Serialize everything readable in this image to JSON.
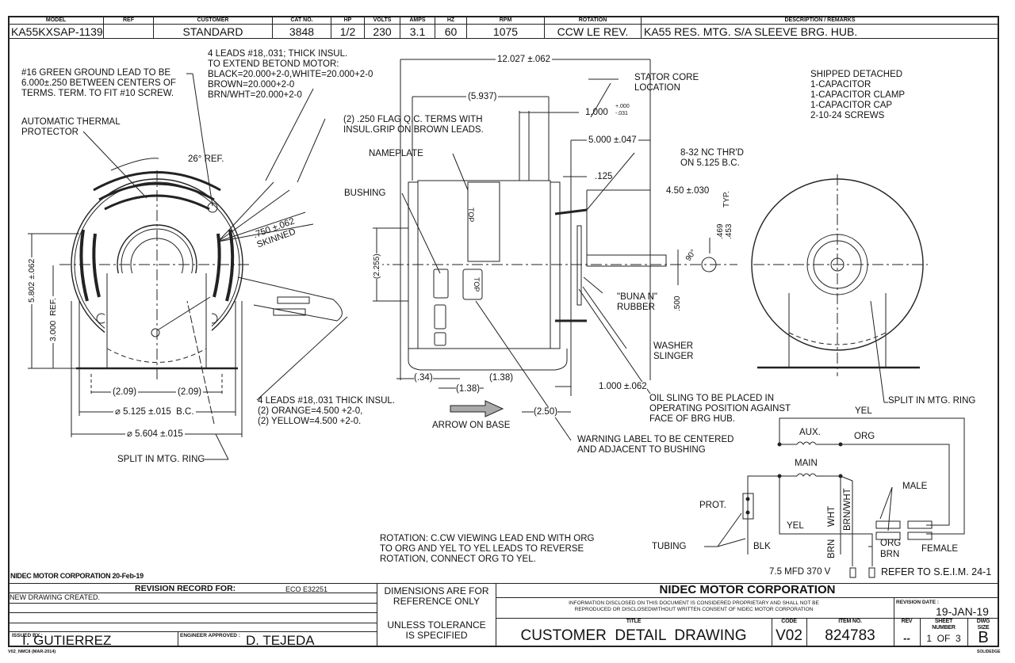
{
  "header": {
    "columns": [
      {
        "label": "MODEL",
        "value": "KA55KXSAP-1139"
      },
      {
        "label": "REF",
        "value": ""
      },
      {
        "label": "CUSTOMER",
        "value": "STANDARD"
      },
      {
        "label": "CAT NO.",
        "value": "3848"
      },
      {
        "label": "HP",
        "value": "1/2"
      },
      {
        "label": "VOLTS",
        "value": "230"
      },
      {
        "label": "AMPS",
        "value": "3.1"
      },
      {
        "label": "HZ",
        "value": "60"
      },
      {
        "label": "RPM",
        "value": "1075"
      },
      {
        "label": "ROTATION",
        "value": "CCW LE REV."
      },
      {
        "label": "DESCRIPTION / REMARKS",
        "value": "KA55 RES. MTG. S/A SLEEVE BRG. HUB."
      }
    ]
  },
  "notes": {
    "ground_lead": "#16 GREEN GROUND LEAD TO BE\n6.000±.250 BETWEEN CENTERS OF\nTERMS. TERM. TO FIT #10 SCREW.",
    "leads_4": "4 LEADS #18,.031; THICK INSUL.\nTO EXTEND BETOND MOTOR:\nBLACK=20.000+2-0,WHITE=20.000+2-0\nBROWN=20.000+2-0\nBRN/WHT=20.000+2-0",
    "thermal_protector": "AUTOMATIC THERMAL\nPROTECTOR",
    "flag_terms": "(2) .250 FLAG Q.C. TERMS WITH\nINSUL.GRIP ON BROWN LEADS.",
    "angle_ref": "26° REF.",
    "skinned": ".750 ±.062\nSKINNED",
    "nameplate": "NAMEPLATE",
    "bushing": "BUSHING",
    "stator_core": "STATOR CORE\nLOCATION",
    "thread": "8-32 NC THR'D\nON 5.125 B.C.",
    "shipped_detached": "SHIPPED DETACHED\n1-CAPACITOR\n1-CAPACITOR CLAMP\n1-CAPACITOR CAP\n2-10-24 SCREWS",
    "buna_rubber": "\"BUNA N\"\nRUBBER",
    "washer_slinger": "WASHER\nSLINGER",
    "leads_4_orange_yellow": "4 LEADS #18,.031 THICK INSUL.\n(2) ORANGE=4.500 +2-0,\n(2) YELLOW=4.500 +2-0.",
    "arrow_on_base": "ARROW ON BASE",
    "oil_sling": "OIL SLING TO BE PLACED IN\nOPERATING POSITION AGAINST\nFACE OF BRG HUB.",
    "warning_label": "WARNING LABEL TO BE CENTERED\nAND ADJACENT TO BUSHING",
    "split_ring_left": "SPLIT IN MTG. RING",
    "split_ring_right": "SPLIT IN MTG. RING",
    "rotation_note": "ROTATION: C.CW VIEWING LEAD END WITH ORG\nTO ORG AND YEL TO YEL LEADS TO REVERSE\nROTATION, CONNECT ORG TO YEL.",
    "company_date": "NIDEC MOTOR CORPORATION 20-Feb-19",
    "top_label": "TOP"
  },
  "dimensions": {
    "overall_length": "12.027 ±.062",
    "d5937": "(5.937)",
    "d1000_tol": "1.000",
    "d1000_plus": "+.000",
    "d1000_minus": "-.031",
    "d5000": "5.000 ±.047",
    "d125": ".125",
    "d450": "4.50 ±.030",
    "d469": ".469\n.453",
    "typ": "TYP.",
    "d90": "90°",
    "d500": ".500",
    "d2255": "(2.255)",
    "d5802": "5.802 ±.062",
    "d3000": "3.000  REF.",
    "d209a": "(2.09)",
    "d209b": "(2.09)",
    "d5125": "⌀ 5.125 ±.015  B.C.",
    "d5604": "⌀ 5.604 ±.015",
    "d34": "(.34)",
    "d138a": "(1.38)",
    "d138b": "(1.38)",
    "d250": "(2.50)",
    "d1000b": "1.000 ±.062"
  },
  "wiring": {
    "yel_top": "YEL",
    "aux": "AUX.",
    "org": "ORG",
    "main": "MAIN",
    "prot": "PROT.",
    "male": "MALE",
    "yel": "YEL",
    "wht": "WHT",
    "brnwht": "BRN/WHT",
    "tubing": "TUBING",
    "blk": "BLK",
    "brn": "BRN",
    "org2": "ORG",
    "brn2": "BRN",
    "female": "FEMALE",
    "capacitor": "7.5 MFD 370 V",
    "refer": "REFER TO S.E.I.M. 24-1"
  },
  "title_block": {
    "revision_record_label": "REVISION RECORD FOR:",
    "eco": "ECO E32251",
    "revision_rows": [
      "NEW DRAWING CREATED.",
      "",
      "",
      ""
    ],
    "issued_by_label": "ISSUED BY :",
    "issued_by": "I. GUTIERREZ",
    "engineer_label": "ENGINEER APPROVED :",
    "engineer": "D. TEJEDA",
    "dims_note_1": "DIMENSIONS ARE FOR\nREFERENCE ONLY",
    "dims_note_2": "UNLESS TOLERANCE\nIS SPECIFIED",
    "company": "NIDEC MOTOR CORPORATION",
    "proprietary": "INFORMATION DISCLOSED ON THIS DOCUMENT IS CONSIDERED PROPRIETARY AND SHALL NOT BE\nREPRODUCED OR DISCLOSEDWITHOUT WRITTEN CONSENT OF NIDEC MOTOR CORPORATION",
    "revision_date_label": "REVISION DATE :",
    "revision_date": "19-JAN-19",
    "title_label": "TITLE",
    "title": "CUSTOMER  DETAIL  DRAWING",
    "code_label": "CODE",
    "code": "V02",
    "item_label": "ITEM NO.",
    "item": "824783",
    "rev_label": "REV",
    "rev": "--",
    "sheet_label": "SHEET\nNUMBER",
    "sheet": "1  OF  3",
    "dwg_size_label": "DWG\nSIZE",
    "dwg_size": "B",
    "form_code": "V02_NMC8 (MAR-2014)",
    "cad": "SOLIDEDGE"
  }
}
